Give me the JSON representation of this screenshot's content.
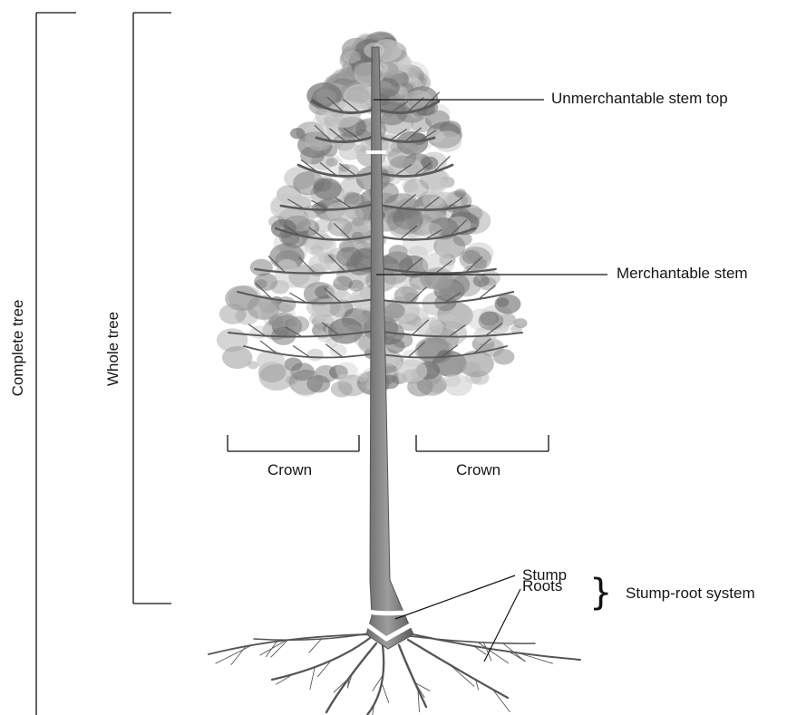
{
  "labels": {
    "complete_tree": "Complete tree",
    "whole_tree": "Whole tree",
    "unmerchantable_stem_top": "Unmerchantable stem top",
    "merchantable_stem": "Merchantable stem",
    "crown_left": "Crown",
    "crown_right": "Crown",
    "stump": "Stump",
    "roots": "Roots",
    "stump_root_system": "Stump-root system",
    "brace_symbol": "}"
  },
  "illustration": {
    "subject": "tree-illustration",
    "palette": {
      "foliage_dark": "#6f6f6f",
      "foliage_mid": "#9a9a9a",
      "foliage_light": "#c9c9c9",
      "trunk": "#8a8a8a",
      "trunk_dark": "#5e5e5e",
      "lines": "#111111"
    }
  }
}
